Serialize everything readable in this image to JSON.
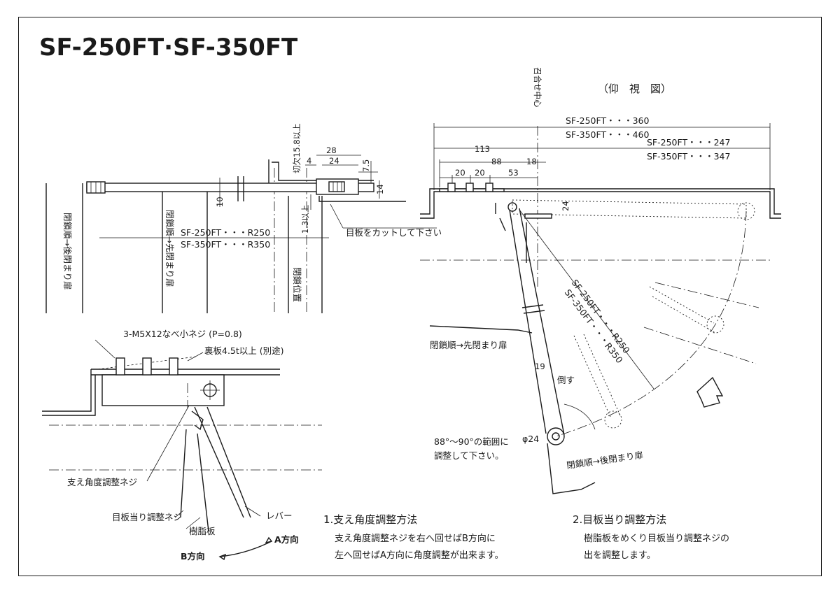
{
  "title": "SF-250FT·SF-350FT",
  "view_label": "（仰　視　図）",
  "center_label": "召合せ中心",
  "dims_top_left": {
    "d28": "28",
    "d24": "24",
    "d4": "4",
    "d75": "7.5",
    "d14": "14",
    "d10": "10",
    "notch": "切欠15.8以上",
    "min13": "1.3以上",
    "r250": "SF-250FT・・・R250",
    "r350": "SF-350FT・・・R350",
    "cut_plate": "目板をカットして下さい"
  },
  "door_labels": {
    "rear_door": "閉鎖順→後閉まり扉",
    "front_door": "閉鎖順→先閉まり扉",
    "closed_position": "閉鎖位置"
  },
  "detail": {
    "screw": "3-M5X12なべ小ネジ (P=0.8)",
    "back_plate": "裏板4.5t以上 (別途)",
    "angle_screw": "支え角度調整ネジ",
    "stop_screw": "目板当り調整ネジ",
    "resin": "樹脂板",
    "lever": "レバー",
    "dir_a": "A方向",
    "dir_b": "B方向"
  },
  "plan": {
    "d360": "SF-250FT・・・360",
    "d460": "SF-350FT・・・460",
    "d247": "SF-250FT・・・247",
    "d347": "SF-350FT・・・347",
    "d113": "113",
    "d88": "88",
    "d18": "18",
    "d20a": "20",
    "d20b": "20",
    "d53": "53",
    "d24": "24",
    "d19": "19",
    "phi24": "φ24",
    "tilt": "倒す",
    "r250": "SF-250FT・・・R250",
    "r350": "SF-350FT・・・R350",
    "front_door": "閉鎖順→先閉まり扉",
    "rear_door": "閉鎖順→後閉まり扉",
    "range_note_1": "88°～90°の範囲に",
    "range_note_2": "調整して下さい。"
  },
  "instructions": {
    "h1": "1.支え角度調整方法",
    "t1a": "支え角度調整ネジを右へ回せばB方向に",
    "t1b": "左へ回せばA方向に角度調整が出来ます。",
    "h2": "2.目板当り調整方法",
    "t2a": "樹脂板をめくり目板当り調整ネジの",
    "t2b": "出を調整します。"
  }
}
